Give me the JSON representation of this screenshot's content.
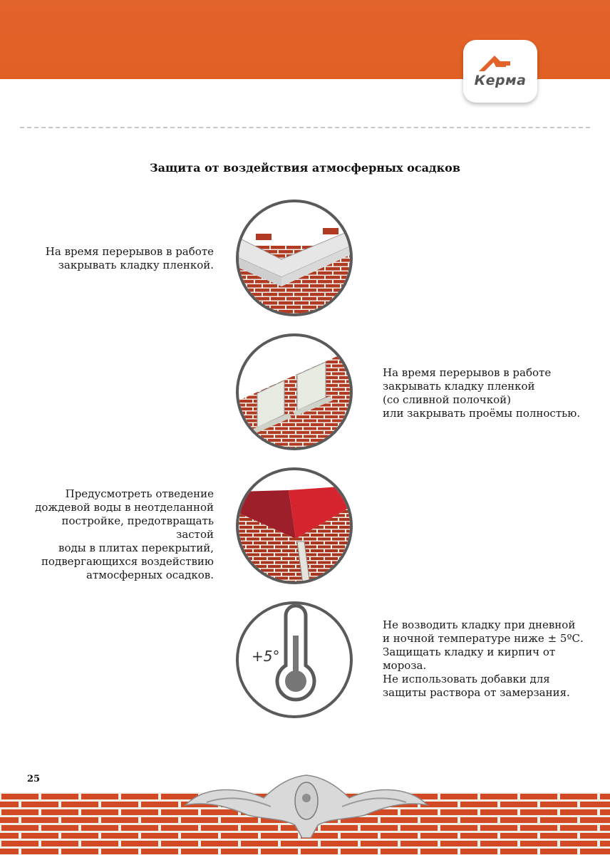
{
  "header": {
    "brand": "Керма",
    "brand_color": "#e3632c"
  },
  "page": {
    "title": "Защита от воздействия атмосферных осадков",
    "number": "25"
  },
  "tips": [
    {
      "text": "На время перерывов в работе\nзакрывать кладку пленкой.",
      "icon": "brick-wall-covered-film-icon"
    },
    {
      "text": "На время перерывов в работе\nзакрывать кладку пленкой\n(со сливной полочкой)\nили закрывать проёмы полностью.",
      "icon": "wall-openings-covered-icon"
    },
    {
      "text": "Предусмотреть отведение\nдождевой воды в неотделанной\nпостройке, предотвращать застой\nводы в плитах перекрытий,\nподвергающихся воздействию\nатмосферных осадков.",
      "icon": "rain-drainage-corner-icon"
    },
    {
      "text": "Не возводить кладку при дневной\nи ночной температуре ниже ± 5ºС.\nЗащищать кладку и кирпич от\nмороза.\nНе использовать добавки для\nзащиты раствора от замерзания.",
      "icon": "thermometer-icon",
      "temperature_label": "+5°"
    }
  ],
  "colors": {
    "brick": "#b03a22",
    "mortar": "#f2ede6",
    "circle_border": "#5a5a5a",
    "cover_red": "#c8202a"
  }
}
